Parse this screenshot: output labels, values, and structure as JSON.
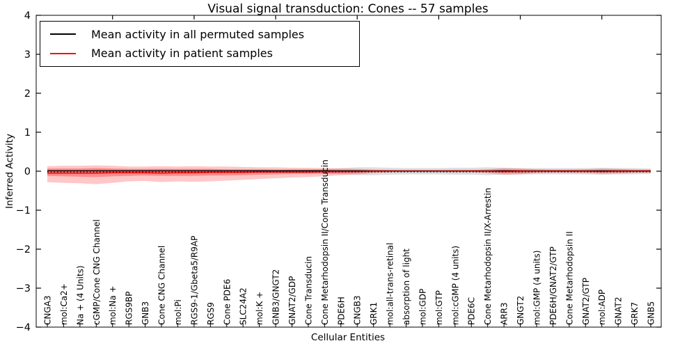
{
  "title": "Visual signal transduction: Cones -- 57 samples",
  "axes": {
    "ylabel": "Inferred Activity",
    "xlabel": "Cellular Entities",
    "ylim": [
      -4,
      4
    ],
    "yticks": [
      {
        "value": 4,
        "label": "4"
      },
      {
        "value": 3,
        "label": "3"
      },
      {
        "value": 2,
        "label": "2"
      },
      {
        "value": 1,
        "label": "1"
      },
      {
        "value": 0,
        "label": "0"
      },
      {
        "value": -1,
        "label": "−1"
      },
      {
        "value": -2,
        "label": "−2"
      },
      {
        "value": -3,
        "label": "−3"
      },
      {
        "value": -4,
        "label": "−4"
      }
    ]
  },
  "legend": {
    "items": [
      {
        "label": "Mean activity in all permuted samples",
        "color": "#000000"
      },
      {
        "label": "Mean activity in patient samples",
        "color": "#ff0000"
      }
    ]
  },
  "chart_data": {
    "type": "line",
    "title": "Visual signal transduction: Cones -- 57 samples",
    "xlabel": "Cellular Entities",
    "ylabel": "Inferred Activity",
    "ylim": [
      -4,
      4
    ],
    "grid": false,
    "legend_position": "upper left",
    "categories": [
      "CNGA3",
      "mol:Ca2+",
      "Na + (4 Units)",
      "cGMP/Cone CNG Channel",
      "mol:Na +",
      "RGS9BP",
      "GNB3",
      "Cone CNG Channel",
      "mol:Pi",
      "RGS9-1/Gbeta5/R9AP",
      "RGS9",
      "Cone PDE6",
      "SLC24A2",
      "mol:K +",
      "GNB3/GNGT2",
      "GNAT2/GDP",
      "Cone Transducin",
      "Cone Metarhodopsin II/Cone Transducin",
      "PDE6H",
      "CNGB3",
      "GRK1",
      "mol:all-trans-retinal",
      "absorption of light",
      "mol:GDP",
      "mol:GTP",
      "mol:cGMP (4 units)",
      "PDE6C",
      "Cone Metarhodopsin II/X-Arrestin",
      "ARR3",
      "GNGT2",
      "mol:GMP (4 units)",
      "PDE6H/GNAT2/GTP",
      "Cone Metarhodopsin II",
      "GNAT2/GTP",
      "mol:ADP",
      "GNAT2",
      "GRK7",
      "GNB5"
    ],
    "series": [
      {
        "name": "Mean activity in all permuted samples",
        "color": "#000000",
        "values": [
          0.01,
          0.01,
          0.01,
          0.01,
          0.01,
          0.01,
          0.01,
          0.01,
          0.01,
          0.01,
          0.01,
          0.01,
          0.01,
          0.01,
          0.01,
          0.01,
          0.01,
          0.01,
          0.01,
          0.01,
          0.01,
          0.01,
          0.01,
          0.01,
          0.01,
          0.01,
          0.01,
          0.01,
          0.01,
          0.01,
          0.01,
          0.01,
          0.01,
          0.01,
          0.01,
          0.01,
          0.01,
          0.01
        ]
      },
      {
        "name": "Mean activity in patient samples",
        "color": "#ff0000",
        "values": [
          -0.05,
          -0.05,
          -0.05,
          -0.05,
          -0.04,
          -0.04,
          -0.04,
          -0.05,
          -0.04,
          -0.04,
          -0.03,
          -0.03,
          -0.03,
          -0.02,
          -0.02,
          -0.02,
          -0.02,
          -0.01,
          -0.01,
          -0.01,
          0,
          0,
          0,
          0,
          0,
          0,
          0,
          0,
          -0.01,
          0,
          0,
          0,
          0,
          0,
          -0.01,
          0,
          0,
          0
        ]
      }
    ],
    "bands": [
      {
        "name": "permuted-spread-band",
        "color": "rgba(0,0,0,0.13)",
        "upper": [
          0.04,
          0.04,
          0.04,
          0.05,
          0.04,
          0.04,
          0.04,
          0.05,
          0.04,
          0.04,
          0.04,
          0.04,
          0.04,
          0.04,
          0.04,
          0.05,
          0.05,
          0.06,
          0.08,
          0.1,
          0.1,
          0.09,
          0.08,
          0.08,
          0.08,
          0.09,
          0.09,
          0.1,
          0.09,
          0.08,
          0.08,
          0.08,
          0.08,
          0.08,
          0.09,
          0.08,
          0.08,
          0.07
        ],
        "lower": [
          -0.04,
          -0.04,
          -0.04,
          -0.05,
          -0.04,
          -0.04,
          -0.04,
          -0.05,
          -0.04,
          -0.04,
          -0.04,
          -0.04,
          -0.04,
          -0.04,
          -0.04,
          -0.05,
          -0.05,
          -0.06,
          -0.08,
          -0.1,
          -0.1,
          -0.09,
          -0.08,
          -0.08,
          -0.08,
          -0.09,
          -0.09,
          -0.1,
          -0.09,
          -0.08,
          -0.08,
          -0.08,
          -0.08,
          -0.08,
          -0.09,
          -0.08,
          -0.08,
          -0.07
        ]
      },
      {
        "name": "patient-spread-band-outer",
        "color": "rgba(255,0,0,0.22)",
        "upper": [
          0.13,
          0.14,
          0.14,
          0.15,
          0.14,
          0.12,
          0.12,
          0.13,
          0.12,
          0.13,
          0.12,
          0.12,
          0.11,
          0.1,
          0.1,
          0.09,
          0.09,
          0.08,
          0.07,
          0.06,
          0.04,
          0.03,
          0.02,
          0.02,
          0.02,
          0.03,
          0.03,
          0.05,
          0.08,
          0.07,
          0.05,
          0.04,
          0.04,
          0.05,
          0.07,
          0.06,
          0.04,
          0.04
        ],
        "lower": [
          -0.28,
          -0.3,
          -0.31,
          -0.33,
          -0.3,
          -0.26,
          -0.25,
          -0.28,
          -0.26,
          -0.27,
          -0.26,
          -0.24,
          -0.22,
          -0.2,
          -0.18,
          -0.16,
          -0.15,
          -0.13,
          -0.1,
          -0.08,
          -0.05,
          -0.03,
          -0.02,
          -0.02,
          -0.02,
          -0.03,
          -0.03,
          -0.05,
          -0.09,
          -0.08,
          -0.05,
          -0.04,
          -0.04,
          -0.05,
          -0.07,
          -0.06,
          -0.04,
          -0.04
        ]
      },
      {
        "name": "patient-spread-band-inner",
        "color": "rgba(255,0,0,0.30)",
        "upper": [
          0.07,
          0.07,
          0.07,
          0.08,
          0.07,
          0.06,
          0.06,
          0.06,
          0.06,
          0.06,
          0.06,
          0.05,
          0.05,
          0.05,
          0.04,
          0.04,
          0.04,
          0.04,
          0.03,
          0.03,
          0.02,
          0.01,
          0.01,
          0.01,
          0.01,
          0.01,
          0.01,
          0.02,
          0.04,
          0.03,
          0.02,
          0.02,
          0.02,
          0.02,
          0.03,
          0.03,
          0.02,
          0.02
        ],
        "lower": [
          -0.12,
          -0.13,
          -0.14,
          -0.15,
          -0.13,
          -0.12,
          -0.11,
          -0.12,
          -0.12,
          -0.12,
          -0.11,
          -0.11,
          -0.1,
          -0.09,
          -0.08,
          -0.07,
          -0.07,
          -0.06,
          -0.05,
          -0.04,
          -0.02,
          -0.01,
          -0.01,
          -0.01,
          -0.01,
          -0.01,
          -0.01,
          -0.02,
          -0.04,
          -0.04,
          -0.02,
          -0.02,
          -0.02,
          -0.02,
          -0.03,
          -0.03,
          -0.02,
          -0.02
        ]
      }
    ],
    "zero_line": {
      "style": "dotted",
      "color": "#000000",
      "y": 0
    }
  }
}
